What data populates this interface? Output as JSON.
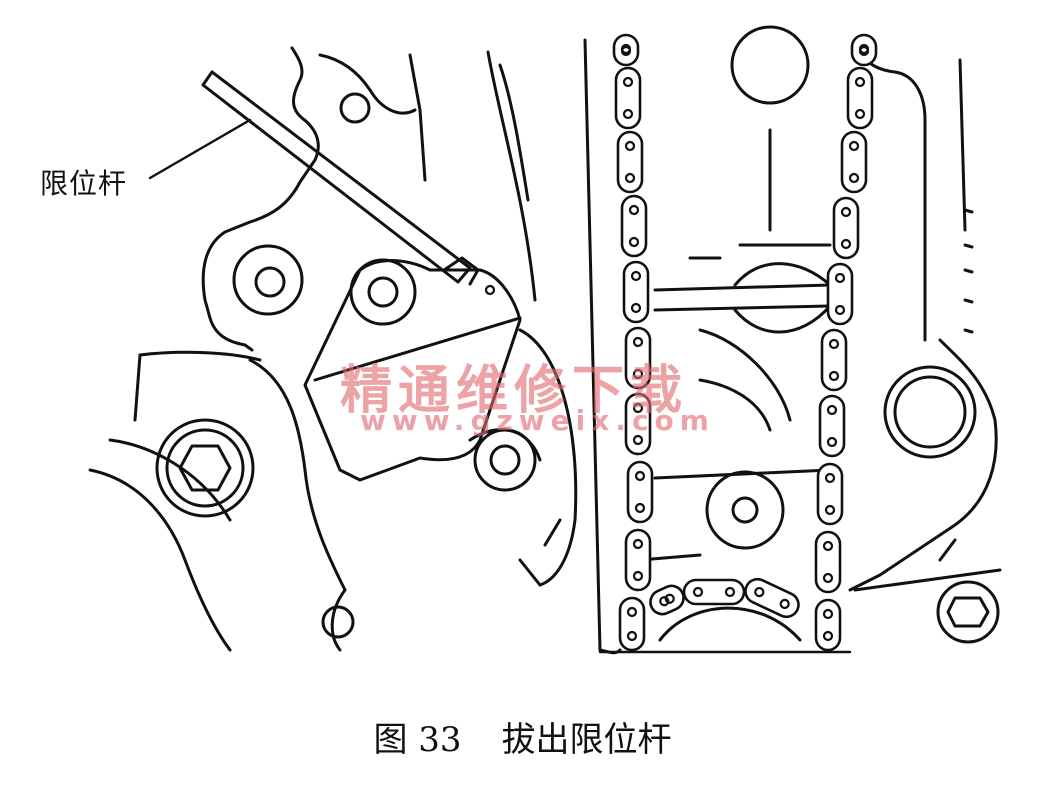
{
  "labels": {
    "part": "限位杆"
  },
  "caption": {
    "figure": "图 33",
    "title": "拔出限位杆"
  },
  "watermark": {
    "name": "精通维修下载",
    "url": "www.gzweix.com"
  },
  "colors": {
    "ink": "#111111",
    "watermark": "#e26a70",
    "background": "#ffffff"
  }
}
